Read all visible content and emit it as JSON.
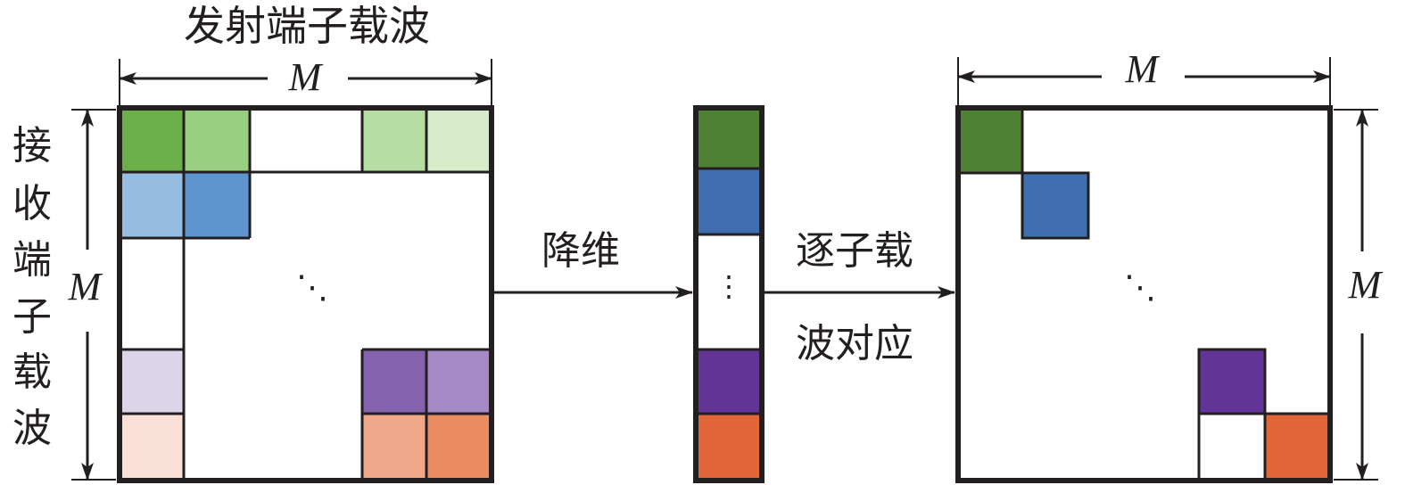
{
  "labels": {
    "tx_title": "发射端子载波",
    "rx_chars": [
      "接",
      "收",
      "端",
      "子",
      "载",
      "波"
    ],
    "dim_m": "M",
    "reduce": "降维",
    "map_line1": "逐子载",
    "map_line2": "波对应",
    "ellipsis_diag": "⋱",
    "ellipsis_vert": "⋮"
  },
  "colors": {
    "green_1": "#6aaf47",
    "green_2": "#98cf80",
    "green_3": "#b6dea4",
    "green_4": "#d6ebc9",
    "blue_1": "#95bde1",
    "blue_2": "#5f95cf",
    "purple_1": "#dcd5ea",
    "purple_2": "#8462ad",
    "purple_3": "#a688c6",
    "orange_1": "#fae0d6",
    "orange_2": "#efa98a",
    "orange_3": "#eb8c60",
    "green_dark": "#4f8135",
    "blue_dark": "#3f6fb1",
    "purple_dark": "#633596",
    "orange_dark": "#e26637",
    "stroke": "#231f20"
  }
}
